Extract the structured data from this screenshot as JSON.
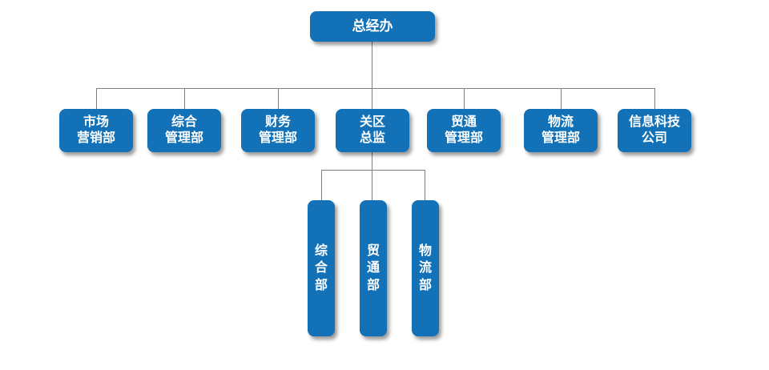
{
  "diagram": {
    "type": "org-chart",
    "colors": {
      "node_fill": "#1271B7",
      "node_text": "#FFFFFF",
      "connector": "#7F7F7F",
      "background": "#FFFFFF"
    },
    "root": {
      "label": "总经办"
    },
    "departments": [
      {
        "label": "市场\n营销部"
      },
      {
        "label": "综合\n管理部"
      },
      {
        "label": "财务\n管理部"
      },
      {
        "label": "关区\n总监"
      },
      {
        "label": "贸通\n管理部"
      },
      {
        "label": "物流\n管理部"
      },
      {
        "label": "信息科技\n公司"
      }
    ],
    "sub_departments": [
      {
        "label": "综\n合\n部"
      },
      {
        "label": "贸\n通\n部"
      },
      {
        "label": "物\n流\n部"
      }
    ]
  }
}
